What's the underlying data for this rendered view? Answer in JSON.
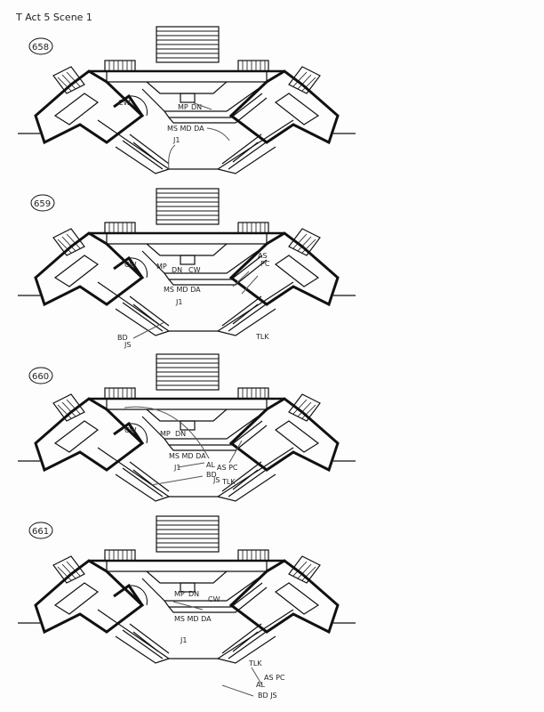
{
  "document": {
    "title": "T Act 5 Scene 1",
    "frames": [
      {
        "number": "658",
        "labels": [
          "CW",
          "MP",
          "DN",
          "MS MD DA",
          "J1"
        ]
      },
      {
        "number": "659",
        "labels": [
          "CW",
          "MP",
          "DN",
          "CW",
          "AS",
          "PC",
          "MS MD DA",
          "J1",
          "BD",
          "JS",
          "TLK"
        ]
      },
      {
        "number": "660",
        "labels": [
          "CW",
          "MP",
          "DN",
          "MS MD DA",
          "J1",
          "AL",
          "AS PC",
          "BD",
          "JS",
          "TLK"
        ]
      },
      {
        "number": "661",
        "labels": [
          "MP",
          "DN",
          "CW",
          "MS MD DA",
          "J1",
          "TLK",
          "AS PC",
          "AL",
          "BD JS"
        ]
      }
    ]
  }
}
